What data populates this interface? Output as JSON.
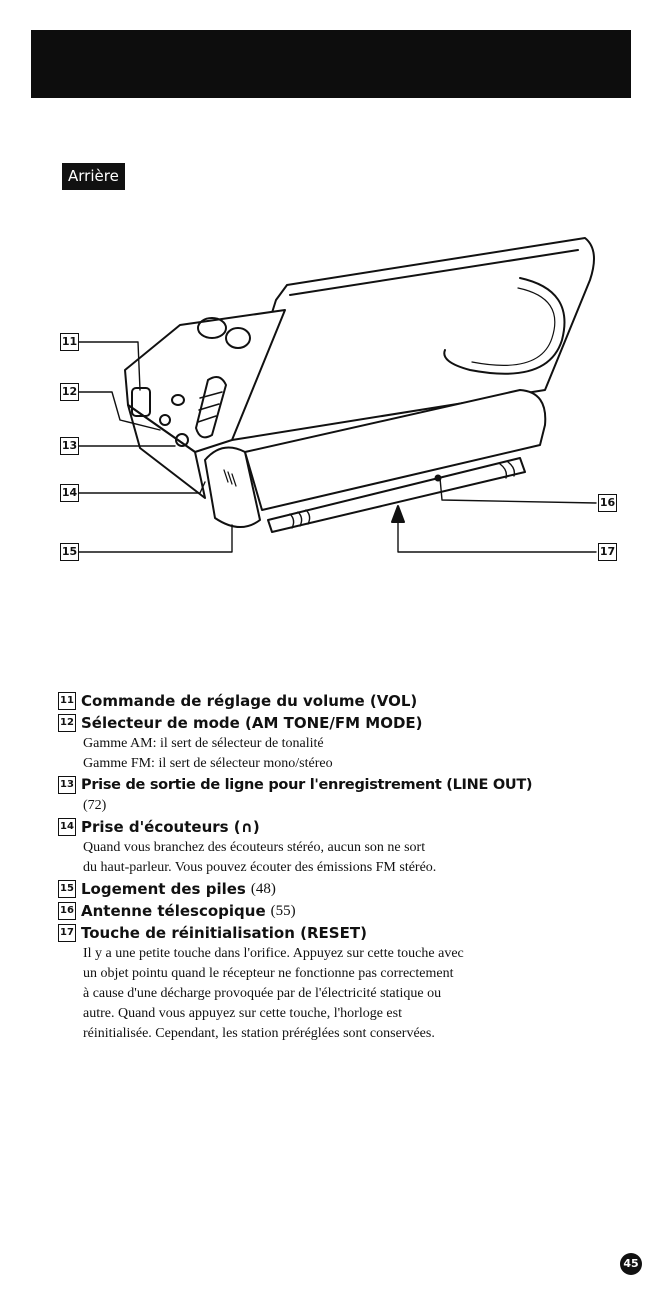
{
  "section_label": "Arrière",
  "callouts": [
    "11",
    "12",
    "13",
    "14",
    "15",
    "16",
    "17"
  ],
  "items": [
    {
      "num": "11",
      "title": "Commande de réglage du volume (VOL)",
      "ref": "",
      "desc": []
    },
    {
      "num": "12",
      "title": "Sélecteur de mode (AM TONE/FM MODE)",
      "ref": "",
      "desc": [
        "Gamme AM: il sert de sélecteur de tonalité",
        "Gamme FM: il sert de sélecteur mono/stéreo"
      ]
    },
    {
      "num": "13",
      "title": "Prise de sortie de ligne pour l'enregistrement (LINE OUT)",
      "ref": "",
      "desc": [
        "(72)"
      ]
    },
    {
      "num": "14",
      "title": "Prise d'écouteurs (∩)",
      "ref": "",
      "desc": [
        "Quand vous branchez des écouteurs stéréo, aucun son ne sort",
        "du haut-parleur. Vous pouvez écouter des émissions FM stéréo."
      ]
    },
    {
      "num": "15",
      "title": "Logement des piles",
      "ref": "(48)",
      "desc": []
    },
    {
      "num": "16",
      "title": "Antenne télescopique",
      "ref": "(55)",
      "desc": []
    },
    {
      "num": "17",
      "title": "Touche de réinitialisation (RESET)",
      "ref": "",
      "desc": [
        "Il y a une petite touche dans l'orifice. Appuyez sur cette touche avec",
        "un objet pointu quand le récepteur ne fonctionne pas correctement",
        "à cause d'une décharge provoquée par de l'électricité statique ou",
        "autre. Quand vous appuyez sur cette touche, l'horloge est",
        "réinitialisée. Cependant, les station préréglées sont conservées."
      ]
    }
  ],
  "page_number": "45"
}
